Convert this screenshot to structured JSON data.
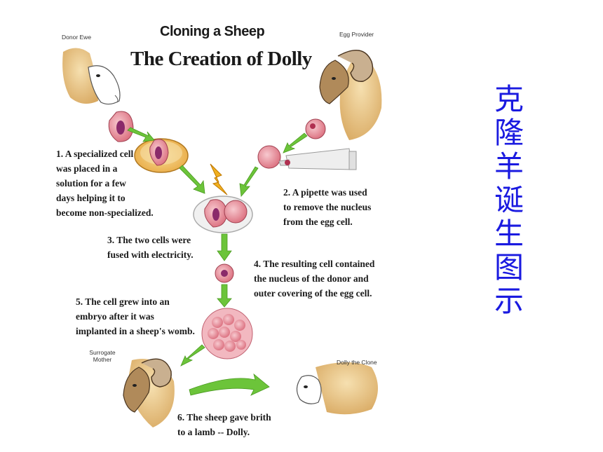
{
  "diagram": {
    "title": "Cloning a Sheep",
    "subtitle": "The Creation of Dolly",
    "labels": {
      "donor": "Donor Ewe",
      "egg": "Egg Provider",
      "surrogate": "Surrogate Mother",
      "dolly": "Dolly the Clone"
    },
    "steps": [
      {
        "lines": [
          "1. A specialized cell",
          "was placed in a",
          "solution for a few",
          "days helping it to",
          "become non-specialized."
        ]
      },
      {
        "lines": [
          "2. A pipette was used",
          "to remove the nucleus",
          "from the egg cell."
        ]
      },
      {
        "lines": [
          "3. The two cells were",
          "fused with electricity."
        ]
      },
      {
        "lines": [
          "4. The resulting cell contained",
          "the nucleus of the donor and",
          "outer covering of the egg cell."
        ]
      },
      {
        "lines": [
          "5. The cell grew into an",
          "embryo after it was",
          "implanted in a sheep's womb."
        ]
      },
      {
        "lines": [
          "6. The sheep gave brith",
          "to a lamb -- Dolly."
        ]
      }
    ],
    "colors": {
      "arrow": "#6cc43a",
      "cell": "#e8909c",
      "nucleus": "#8a2a6a",
      "dish": "#f2c060",
      "spark": "#f0b020",
      "sheep_face": "#ffffff",
      "ram_face": "#b08a5a"
    }
  },
  "side_caption": "克隆羊诞生图示"
}
